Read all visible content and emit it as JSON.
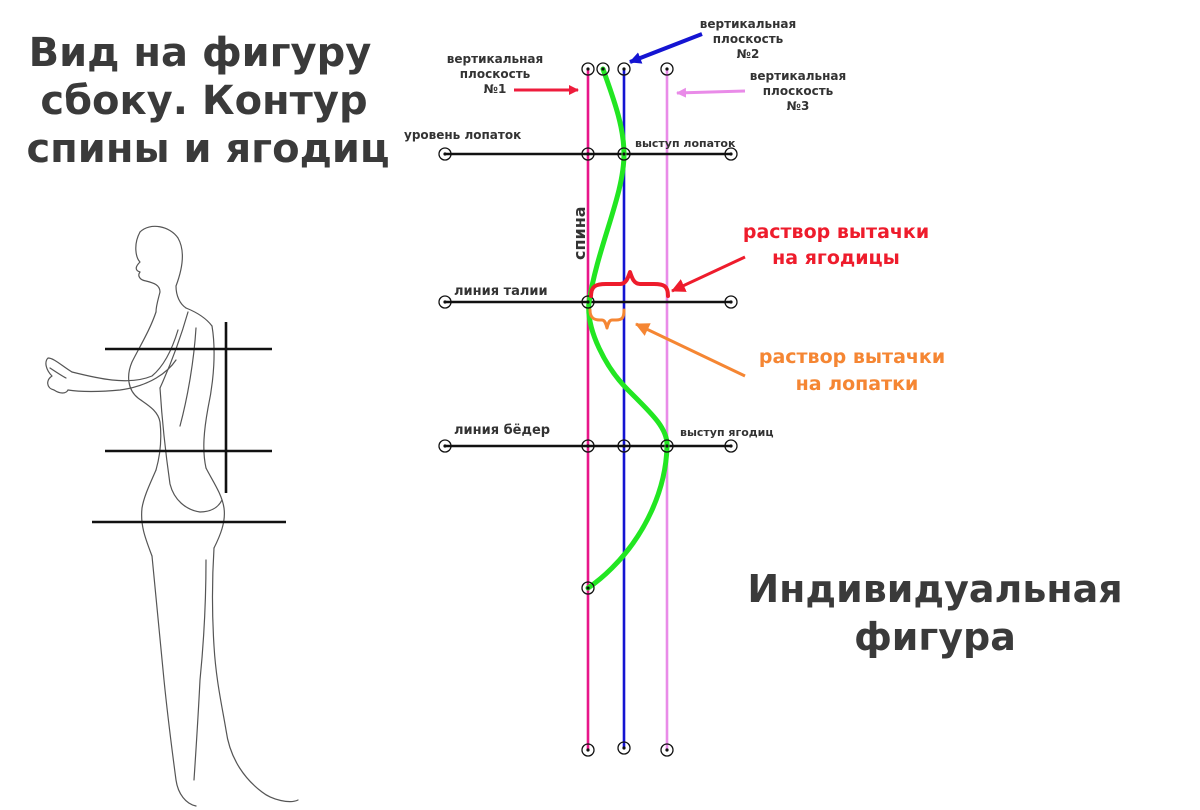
{
  "titles": {
    "side_view": [
      "Вид на фигуру",
      "сбоку. Контур",
      "спины и ягодиц"
    ],
    "individual": [
      "Индивидуальная",
      "фигура"
    ]
  },
  "planes": {
    "p1": [
      "вертикальная",
      "плоскость",
      "№1"
    ],
    "p2": [
      "вертикальная",
      "плоскость",
      "№2"
    ],
    "p3": [
      "вертикальная",
      "плоскость",
      "№3"
    ]
  },
  "levels": {
    "shoulder_blades": "уровень лопаток",
    "shoulder_blade_prominence": "выступ лопаток",
    "waist": "линия талии",
    "hips": "линия бёдер",
    "buttock_prominence": "выступ ягодиц"
  },
  "back_label": "спина",
  "darts": {
    "buttocks": [
      "раствор вытачки",
      "на ягодицы"
    ],
    "shoulder_blades": [
      "раствор вытачки",
      "на лопатки"
    ]
  },
  "colors": {
    "plane1": "#e8178a",
    "plane2": "#1414d2",
    "plane3": "#e98be8",
    "contour": "#22e622",
    "dart_buttocks": "#ee1c2c",
    "dart_shoulder_blades": "#f58633",
    "arrow_plane1": "#ee1c3c",
    "arrow_plane2": "#1414d2",
    "arrow_plane3": "#e98be8"
  }
}
